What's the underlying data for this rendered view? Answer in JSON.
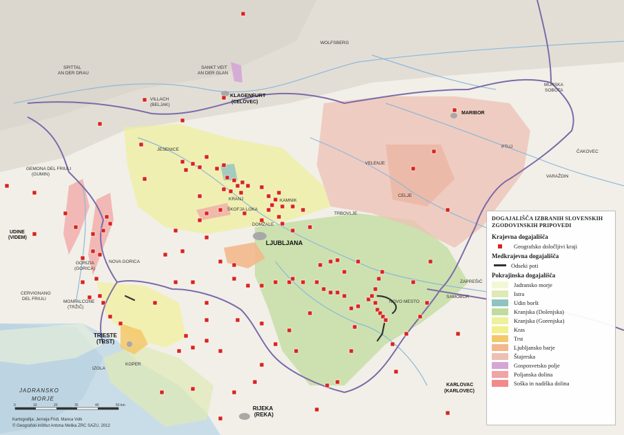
{
  "legend": {
    "title_line1": "DOGAJALIŠČA IZBRANIH SLOVENSKIH",
    "title_line2": "ZGODOVINSKIH PRIPOVEDI",
    "sec1": "Krajevna dogajališča",
    "sec1_item": "Geografsko določljivi kraji",
    "sec2": "Medkrajevna dogajališča",
    "sec2_item": "Odseki poti",
    "sec3": "Pokrajinska dogajališča",
    "regions": [
      {
        "label": "Jadransko morje",
        "color": "#f4f7d6"
      },
      {
        "label": "Istra",
        "color": "#dfe9b5"
      },
      {
        "label": "Udin boršt",
        "color": "#8fc3c0"
      },
      {
        "label": "Kranjska (Dolenjska)",
        "color": "#bfdc9c"
      },
      {
        "label": "Kranjska (Gorenjska)",
        "color": "#eef09a"
      },
      {
        "label": "Kras",
        "color": "#f2f08a"
      },
      {
        "label": "Trst",
        "color": "#f4c86a"
      },
      {
        "label": "Ljubljansko barje",
        "color": "#f3b78c"
      },
      {
        "label": "Štajerska",
        "color": "#edc0b4"
      },
      {
        "label": "Gosposvetsko polje",
        "color": "#d4a6d6"
      },
      {
        "label": "Poljanska dolina",
        "color": "#f2a3a5"
      },
      {
        "label": "Soška in nadiška dolina",
        "color": "#f28a8a"
      }
    ]
  },
  "credits": {
    "line1": "Kartografija: Jerneja Fridl, Manca Volk",
    "line2": "© Geografski inštitut Antona Melika ZRC SAZU, 2012"
  },
  "scale": {
    "ticks": [
      "0",
      "10",
      "20",
      "30",
      "40",
      "50 km"
    ]
  },
  "places": {
    "ljubljana": "LJUBLJANA",
    "trieste1": "TRIESTE",
    "trieste2": "(TRST)",
    "klagenfurt1": "KLAGENFURT",
    "klagenfurt2": "(CELOVEC)",
    "maribor": "MARIBOR",
    "rijeka1": "RIJEKA",
    "rijeka2": "(REKA)",
    "udine1": "UDINE",
    "udine2": "(VIDEM)",
    "karlovac1": "KARLOVAC",
    "karlovac2": "(KARLOVEC)",
    "spittal1": "SPITTAL",
    "spittal2": "AN DER DRAU",
    "sanktveit1": "SANKT VEIT",
    "sanktveit2": "AN DER GLAN",
    "wolfsberg": "WOLFSBERG",
    "villach1": "VILLACH",
    "villach2": "(BELJAK)",
    "murska1": "MURSKA",
    "murska2": "SOBOTA",
    "jesenice": "JESENICE",
    "gemona1": "GEMONA DEL FRIULI",
    "gemona2": "(GUMIN)",
    "kranj": "KRANJ",
    "kamnik": "KAMNIK",
    "skofjaloka": "ŠKOFJA LOKA",
    "domzale": "DOMŽALE",
    "velenje": "VELENJE",
    "celje": "CELJE",
    "trbovlje": "TRBOVLJE",
    "ptuj": "PTUJ",
    "cakovec": "ČAKOVEC",
    "varazdin": "VARAŽDIN",
    "novagorica": "NOVA GORICA",
    "gorizia1": "GORIZIA",
    "gorizia2": "(GORICA)",
    "cervignano1": "CERVIGNANO",
    "cervignano2": "DEL FRIULI",
    "monfalcone1": "MONFALCONE",
    "monfalcone2": "(TRŽIČ)",
    "izola": "IZOLA",
    "koper": "KOPER",
    "novomesto": "NOVO MESTO",
    "zapresic": "ZAPREŠIĆ",
    "samobor": "SAMOBOR",
    "sea1": "JADRANSKO",
    "sea2": "MORJE"
  }
}
